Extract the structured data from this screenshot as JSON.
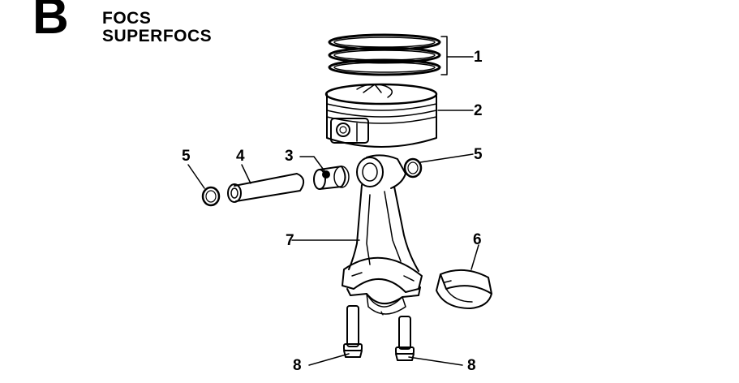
{
  "header": {
    "section_letter": "B",
    "model_line_1": "FOCS",
    "model_line_2": "SUPERFOCS"
  },
  "callouts": [
    "1",
    "2",
    "3",
    "4",
    "5",
    "5",
    "6",
    "7",
    "8",
    "8"
  ]
}
